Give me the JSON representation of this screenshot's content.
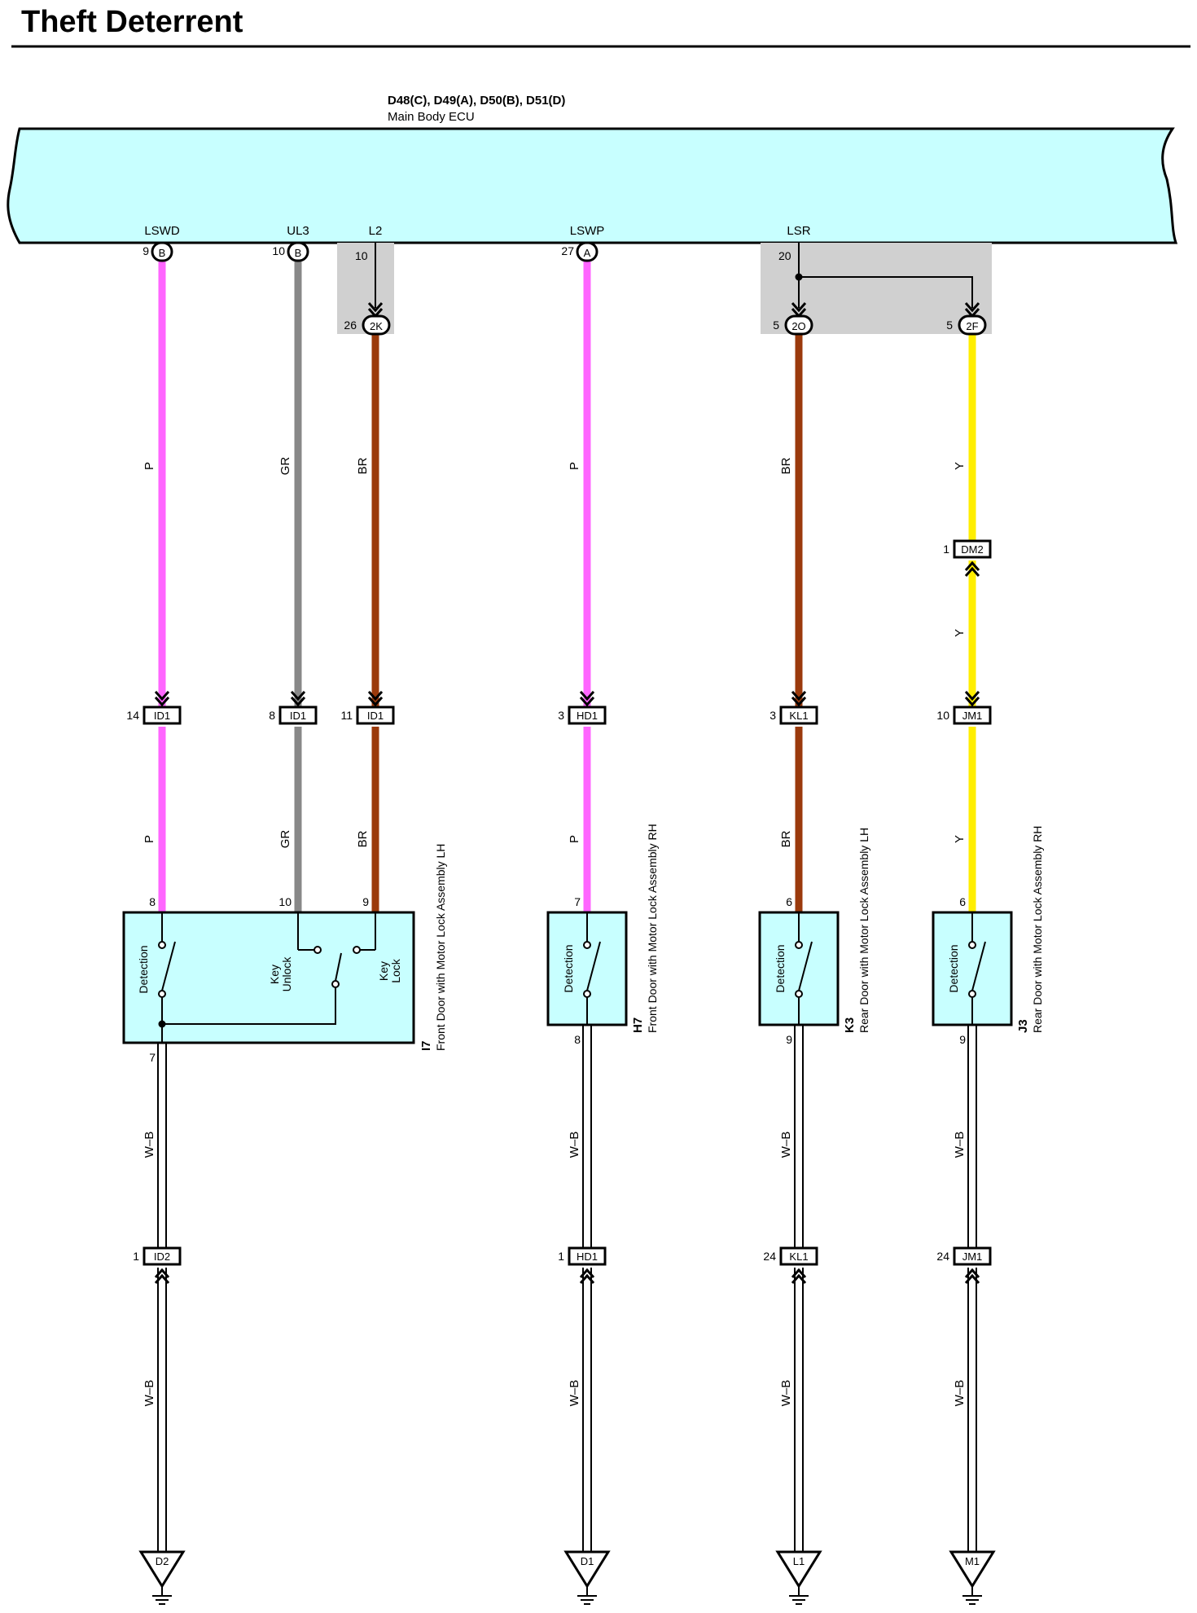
{
  "title": "Theft Deterrent",
  "ecu": {
    "connectors": "D48(C), D49(A), D50(B), D51(D)",
    "name": "Main Body ECU"
  },
  "colors": {
    "ecu_fill": "#c8ffff",
    "component_fill": "#c8ffff",
    "junction_fill": "#d0d0d0",
    "P": "#ff66ff",
    "GR": "#888888",
    "BR": "#9b3a0c",
    "Y": "#ffee00"
  },
  "wire_codes": {
    "P": "P",
    "GR": "GR",
    "BR": "BR",
    "Y": "Y",
    "WB": "W–B"
  },
  "ecu_terminals": [
    {
      "name": "LSWD",
      "pin": "9",
      "conn": "B"
    },
    {
      "name": "UL3",
      "pin": "10",
      "conn": "B"
    },
    {
      "name": "L2",
      "pin": "10",
      "conn": ""
    },
    {
      "name": "LSWP",
      "pin": "27",
      "conn": "A"
    },
    {
      "name": "LSR",
      "pin": "20",
      "conn": ""
    }
  ],
  "junctions": [
    {
      "pin": "26",
      "conn": "2K"
    },
    {
      "pin": "5",
      "conn": "2O"
    },
    {
      "pin": "5",
      "conn": "2F"
    }
  ],
  "inline_connectors": [
    {
      "pin": "1",
      "conn": "DM2"
    },
    {
      "pin": "14",
      "conn": "ID1"
    },
    {
      "pin": "8",
      "conn": "ID1"
    },
    {
      "pin": "11",
      "conn": "ID1"
    },
    {
      "pin": "3",
      "conn": "HD1"
    },
    {
      "pin": "3",
      "conn": "KL1"
    },
    {
      "pin": "10",
      "conn": "JM1"
    },
    {
      "pin": "1",
      "conn": "ID2"
    },
    {
      "pin": "1",
      "conn": "HD1"
    },
    {
      "pin": "24",
      "conn": "KL1"
    },
    {
      "pin": "24",
      "conn": "JM1"
    }
  ],
  "components": [
    {
      "code": "I7",
      "name": "Front Door with Motor Lock Assembly LH",
      "pins": [
        "8",
        "10",
        "9",
        "7"
      ],
      "detection": "Detection",
      "unlock": [
        "Key",
        "Unlock"
      ],
      "lock": [
        "Key",
        "Lock"
      ]
    },
    {
      "code": "H7",
      "name": "Front Door with Motor Lock Assembly RH",
      "pins": [
        "7",
        "8"
      ],
      "detection": "Detection"
    },
    {
      "code": "K3",
      "name": "Rear Door with Motor Lock Assembly LH",
      "pins": [
        "6",
        "9"
      ],
      "detection": "Detection"
    },
    {
      "code": "J3",
      "name": "Rear Door with Motor Lock Assembly RH",
      "pins": [
        "6",
        "9"
      ],
      "detection": "Detection"
    }
  ],
  "grounds": [
    "D2",
    "D1",
    "L1",
    "M1"
  ]
}
